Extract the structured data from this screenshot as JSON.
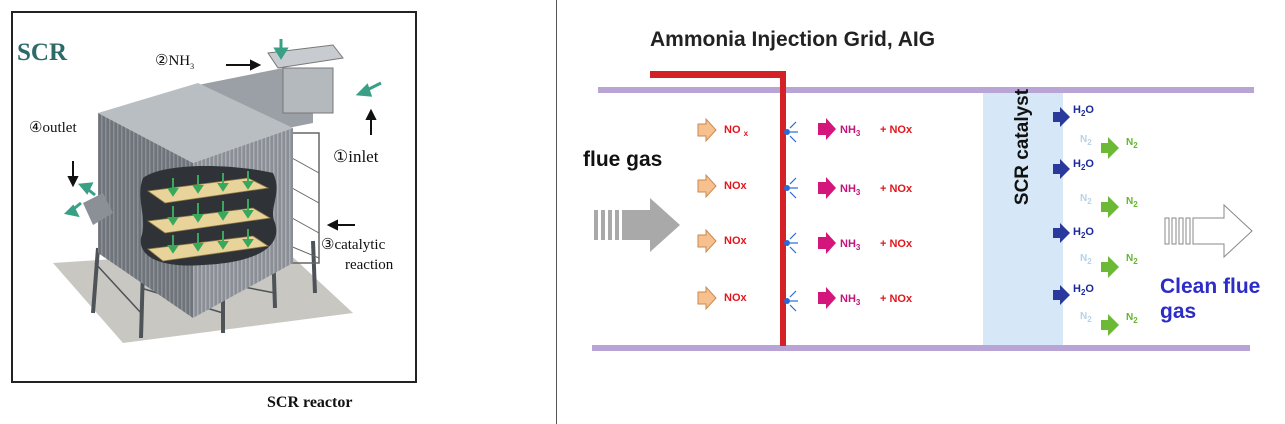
{
  "left_panel": {
    "title": "SCR",
    "label_nh3": "②NH",
    "label_nh3_sub": "3",
    "label_outlet": "④outlet",
    "label_inlet": "①inlet",
    "label_catalytic": "③catalytic",
    "label_reaction": "reaction",
    "caption": "SCR reactor"
  },
  "right_panel": {
    "title": "Ammonia Injection Grid, AIG",
    "flue_gas": "flue gas",
    "clean_gas_line1": "Clean flue",
    "clean_gas_line2": "gas",
    "catalyst": "SCR catalyst",
    "nox_first": "NO",
    "nox_first_sub": "x",
    "nox": "NOx",
    "nh3": "NH",
    "nh3_sub": "3",
    "plus_nox": "+ NOx",
    "h2o_a": "H",
    "h2o_sub": "2",
    "h2o_b": "O",
    "n2": "N",
    "n2_sub": "2"
  },
  "colors": {
    "pipe": "#b9a4d6",
    "aig_pipe": "#d42027",
    "catalyst_fill": "#d6e8f7",
    "nox_arrow": "#f6c08f",
    "nh3_arrow": "#d4167c",
    "h2o_arrow": "#2a3a9c",
    "n2_arrow": "#6bb934",
    "clean_text": "#2c2cc6",
    "scr_title": "#2d6a6a"
  }
}
